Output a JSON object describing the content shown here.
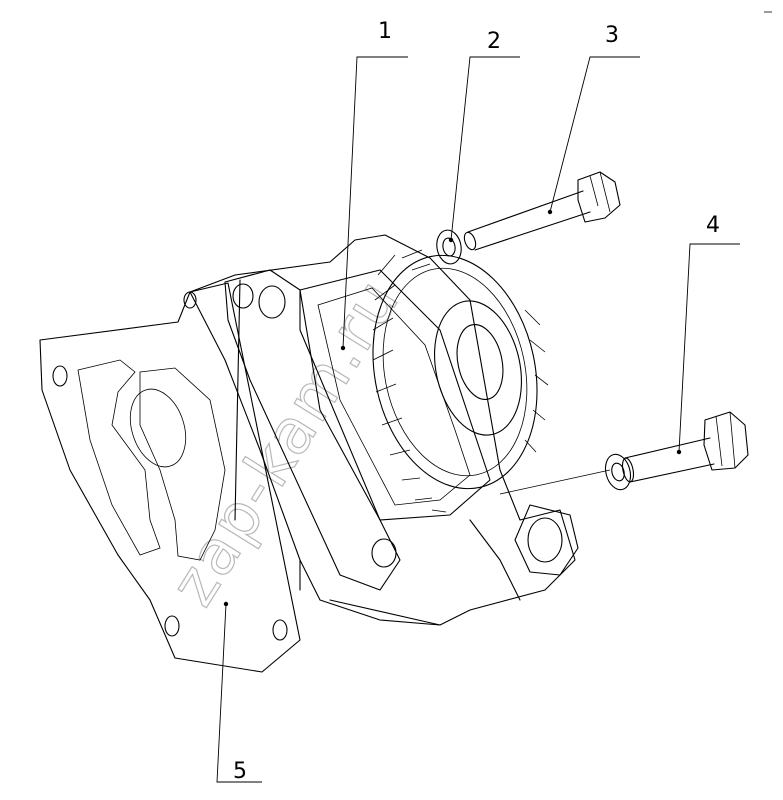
{
  "callouts": [
    {
      "id": "1",
      "label": "1"
    },
    {
      "id": "2",
      "label": "2"
    },
    {
      "id": "3",
      "label": "3"
    },
    {
      "id": "4",
      "label": "4"
    },
    {
      "id": "5",
      "label": "5"
    }
  ],
  "watermark": "zap-kam.ru"
}
